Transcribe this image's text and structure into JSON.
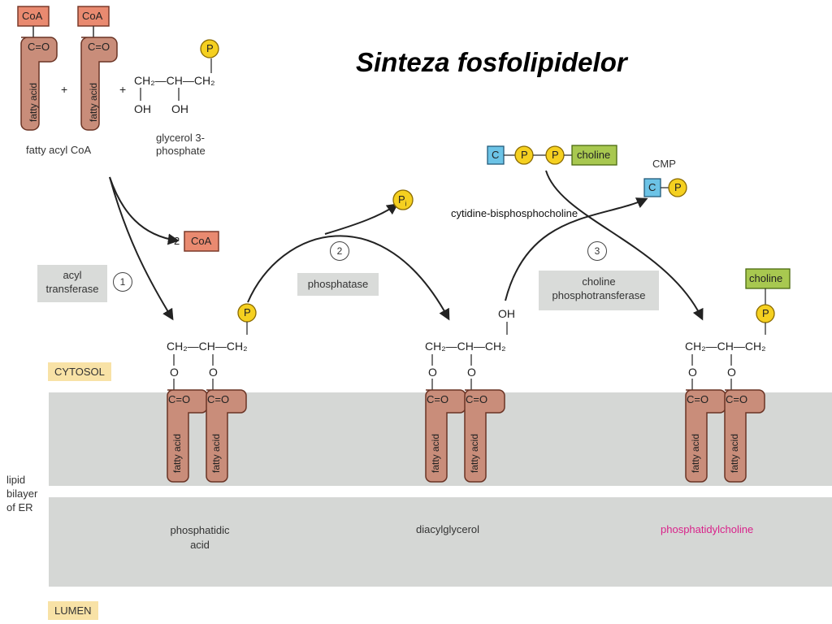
{
  "title": "Sinteza fosfolipidelor",
  "labels": {
    "coa": "CoA",
    "fatty_acid": "fatty acid",
    "c_o": "C=O",
    "plus": "+",
    "glycerol_chain": "CH₂—CH—CH₂",
    "oh": "OH",
    "o": "O",
    "p": "P",
    "pi": "P",
    "pi_sub": "i",
    "fatty_acyl_coa": "fatty acyl CoA",
    "glycerol_3_phosphate_line1": "glycerol 3-",
    "glycerol_3_phosphate_line2": "phosphate",
    "two_coa_prefix": "2",
    "cytidine_bisphosphocholine": "cytidine-bisphosphocholine",
    "cmp": "CMP",
    "c": "C",
    "choline": "choline"
  },
  "enzymes": {
    "acyl_transferase_line1": "acyl",
    "acyl_transferase_line2": "transferase",
    "step1": "1",
    "phosphatase": "phosphatase",
    "step2": "2",
    "choline_pt_line1": "choline",
    "choline_pt_line2": "phosphotransferase",
    "step3": "3"
  },
  "compartments": {
    "cytosol": "CYTOSOL",
    "lumen": "LUMEN",
    "lipid_line1": "lipid",
    "lipid_line2": "bilayer",
    "lipid_line3": "of ER"
  },
  "products": {
    "phosphatidic_line1": "phosphatidic",
    "phosphatidic_line2": "acid",
    "diacylglycerol": "diacylglycerol",
    "phosphatidylcholine": "phosphatidylcholine"
  },
  "colors": {
    "coa_fill": "#e98a70",
    "fatty_acid_fill": "#c98d7a",
    "phosphate_fill": "#f5d020",
    "cytidine_fill": "#6cc3e6",
    "choline_fill": "#a8c850",
    "membrane": "#d5d7d5",
    "compartment_tag": "#f8e2a6",
    "product_highlight": "#d9228a"
  }
}
